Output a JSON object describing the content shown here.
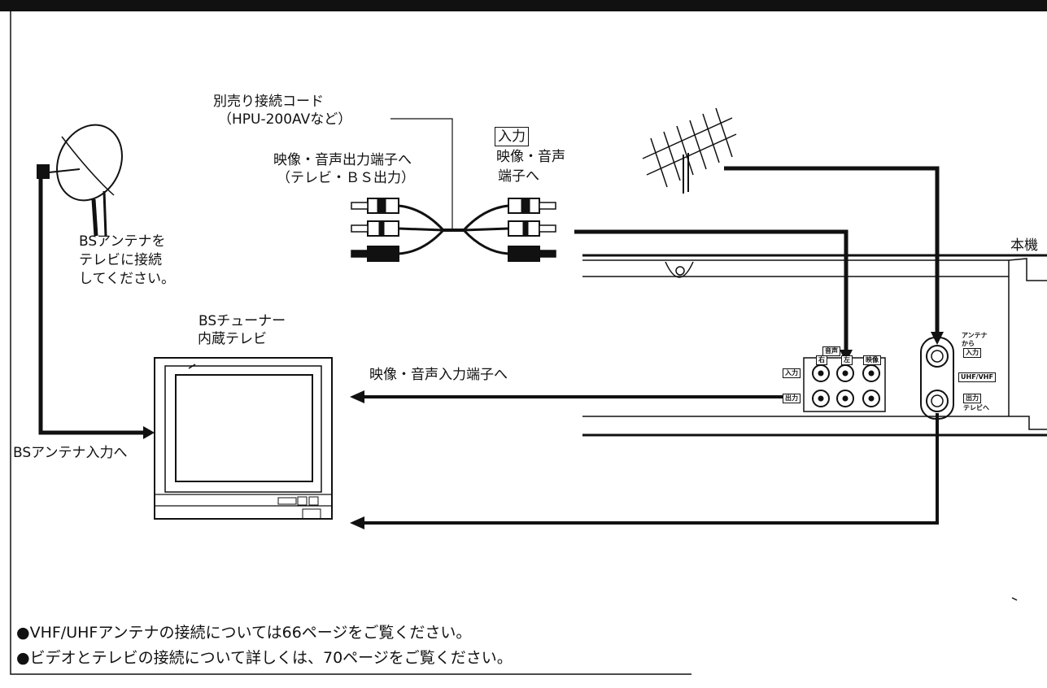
{
  "cord": {
    "title": "別売り接続コード",
    "model": "（HPU-200AVなど）"
  },
  "left_plug": {
    "line1": "映像・音声出力端子へ",
    "line2": "（テレビ・ＢＳ出力）"
  },
  "right_plug": {
    "box": "入力",
    "line1": "映像・音声",
    "line2": "端子へ"
  },
  "dish": {
    "line1": "BSアンテナを",
    "line2": "テレビに接続",
    "line3": "してください。"
  },
  "tv": {
    "line1": "BSチューナー",
    "line2": "内蔵テレビ"
  },
  "av_in_label": "映像・音声入力端子へ",
  "bs_in_label": "BSアンテナ入力へ",
  "main_unit": "本機",
  "panel": {
    "audio": "音声",
    "right": "右",
    "left": "左",
    "video": "映像",
    "in": "入力",
    "out": "出力",
    "ant_from": "アンテナから",
    "ant_in": "入力",
    "uhf_vhf": "UHF/VHF",
    "ant_out": "出力",
    "to_tv": "テレビへ"
  },
  "notes": [
    "●VHF/UHFアンテナの接続については66ページをご覧ください。",
    "●ビデオとテレビの接続について詳しくは、70ページをご覧ください。"
  ]
}
